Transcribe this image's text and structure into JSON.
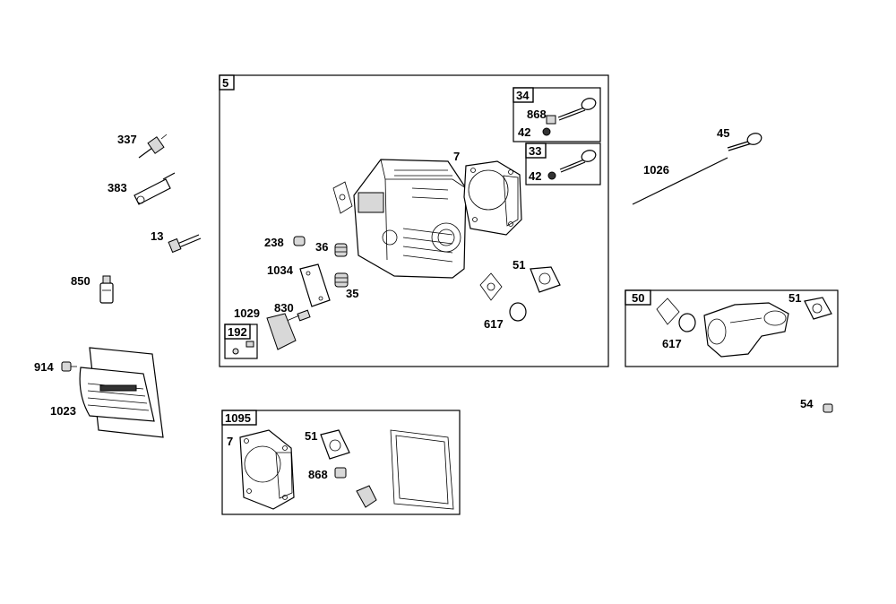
{
  "diagram": {
    "boxes": {
      "main": "5",
      "intake_valve": "34",
      "exhaust_valve": "33",
      "manifold": "50",
      "gasket_set": "1095",
      "fitting": "192"
    },
    "labels": {
      "p337": "337",
      "p383": "383",
      "p13": "13",
      "p850": "850",
      "p914": "914",
      "p1023": "1023",
      "p7": "7",
      "p868": "868",
      "p42a": "42",
      "p42b": "42",
      "p45": "45",
      "p1026": "1026",
      "p238": "238",
      "p36": "36",
      "p1034": "1034",
      "p35": "35",
      "p51": "51",
      "p617": "617",
      "p1029": "1029",
      "p830": "830",
      "p51m": "51",
      "p617m": "617",
      "p54": "54",
      "p7g": "7",
      "p51g": "51",
      "p868g": "868"
    }
  }
}
